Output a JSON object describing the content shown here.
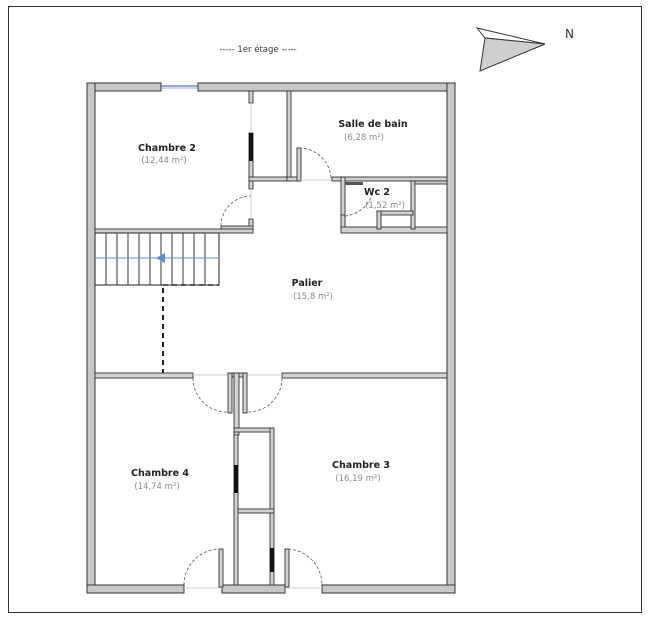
{
  "plan": {
    "floor_title": "----- 1er étage -----",
    "compass": {
      "label": "N",
      "icon": "north-arrow-icon"
    },
    "rooms": [
      {
        "id": "chambre-2",
        "name": "Chambre 2",
        "area": "(12,44 m²)"
      },
      {
        "id": "salle-de-bain",
        "name": "Salle de bain",
        "area": "(6,28 m²)"
      },
      {
        "id": "wc-2",
        "name": "Wc 2",
        "area": "(1,52 m²)"
      },
      {
        "id": "palier",
        "name": "Palier",
        "area": "(15,8 m²)"
      },
      {
        "id": "chambre-4",
        "name": "Chambre 4",
        "area": "(14,74 m²)"
      },
      {
        "id": "chambre-3",
        "name": "Chambre 3",
        "area": "(16,19 m²)"
      }
    ],
    "colors": {
      "wall_fill": "#c8c8c8",
      "wall_stroke": "#333333",
      "stair_arrow": "#5b8fd0",
      "frame": "#2b3338"
    }
  }
}
